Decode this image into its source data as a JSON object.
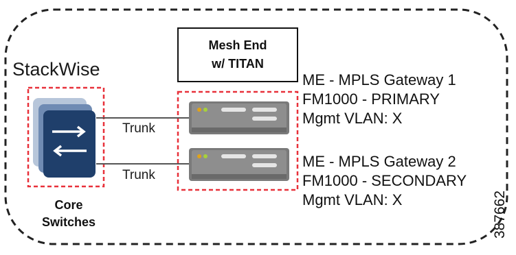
{
  "boundary": {
    "style": "dashed-rounded"
  },
  "stackwise_label": "StackWise",
  "mesh_end_box": {
    "line1": "Mesh End",
    "line2": "w/ TITAN"
  },
  "links": [
    {
      "label": "Trunk"
    },
    {
      "label": "Trunk"
    }
  ],
  "core_switches": {
    "line1": "Core",
    "line2": "Switches",
    "icon": "switch-stack-icon"
  },
  "gateways": [
    {
      "line1": "ME - MPLS Gateway 1",
      "line2": "FM1000 - PRIMARY",
      "line3": "Mgmt VLAN: X"
    },
    {
      "line1": "ME - MPLS Gateway 2",
      "line2": "FM1000 - SECONDARY",
      "line3": "Mgmt VLAN: X"
    }
  ],
  "figure_id": "387662",
  "colors": {
    "switch_dark": "#1f3f6b",
    "switch_mid": "#6f8bb3",
    "switch_light": "#b7c6da",
    "server_body": "#8c8c8c",
    "server_front": "#6e6e6e",
    "highlight_dash": "#e8313a",
    "boundary": "#222222"
  }
}
